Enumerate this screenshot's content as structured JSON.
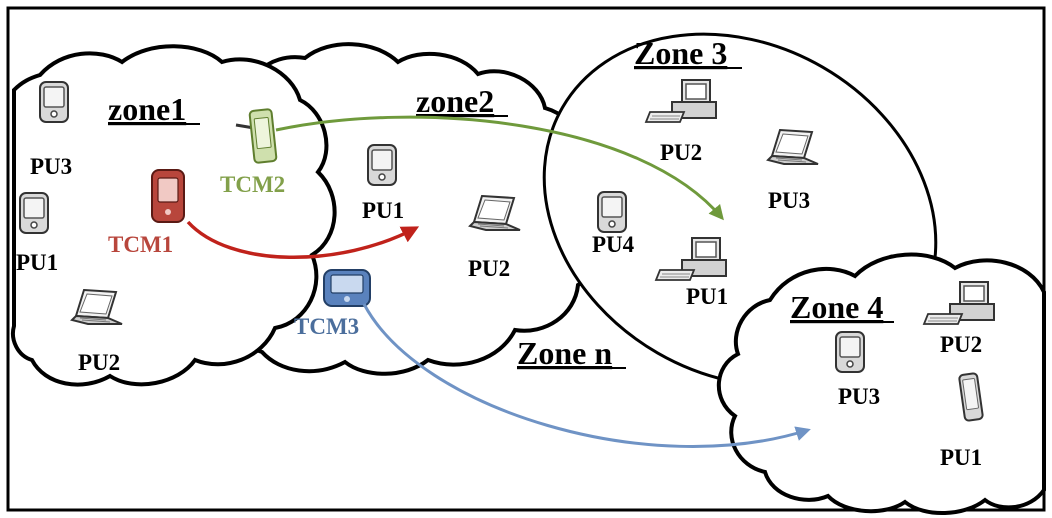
{
  "zones": {
    "zone1": "zone1",
    "zone2": "zone2",
    "zone3": "Zone 3",
    "zone4": "Zone 4",
    "zonen": "Zone n"
  },
  "zone1": {
    "devices": [
      "PU3",
      "PU1",
      "PU2"
    ],
    "tcm1": "TCM1",
    "tcm2": "TCM2"
  },
  "zone2": {
    "devices": [
      "PU1",
      "PU2"
    ],
    "tcm3": "TCM3"
  },
  "zone3": {
    "devices": [
      "PU2",
      "PU3",
      "PU4",
      "PU1"
    ]
  },
  "zone4": {
    "devices": [
      "PU2",
      "PU3",
      "PU1"
    ]
  },
  "colors": {
    "tcm1": "#b8463c",
    "tcm2": "#82a04a",
    "tcm3": "#4b6e9c",
    "arrow_red": "#c0221b",
    "arrow_green": "#6f9a3c",
    "arrow_blue": "#6f93c5"
  },
  "icons": {
    "tablet": "tablet-device-icon",
    "laptop": "laptop-icon",
    "desktop": "desktop-computer-icon",
    "phone": "handheld-phone-icon"
  }
}
